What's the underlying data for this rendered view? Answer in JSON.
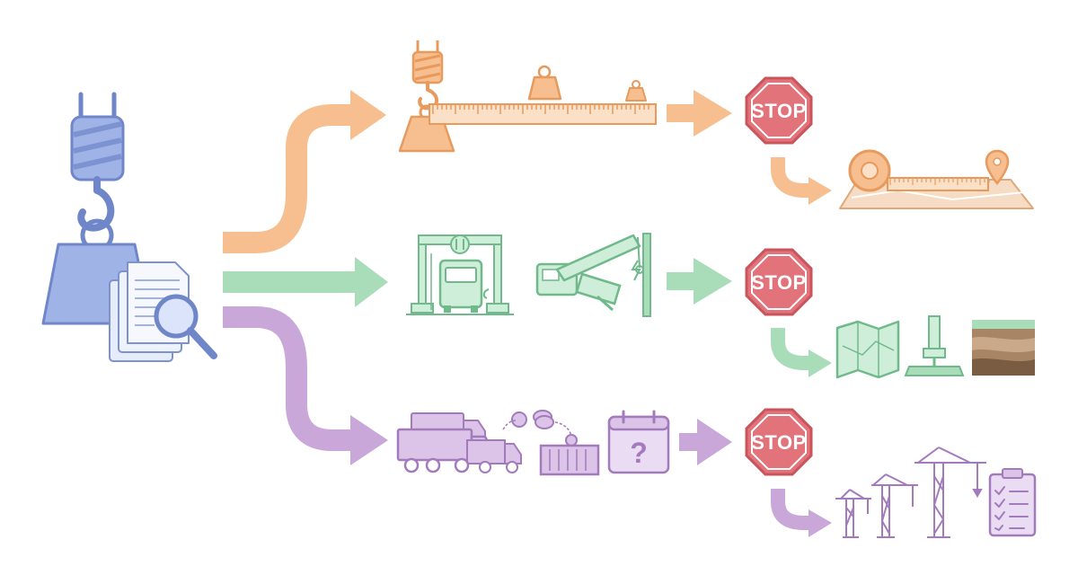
{
  "colors": {
    "source": "#9fb3e6",
    "source_stroke": "#6f86c9",
    "orange": "#f7bf90",
    "orange_stroke": "#e89a5c",
    "green": "#a9dcb9",
    "green_stroke": "#6fb98a",
    "purple": "#c9a7d9",
    "purple_stroke": "#a37bbd",
    "stop_fill": "#e2737a",
    "stop_stroke": "#c9545c"
  },
  "stops": [
    {
      "label": "STOP"
    },
    {
      "label": "STOP"
    },
    {
      "label": "STOP"
    }
  ],
  "icons": {
    "source": [
      "crane-hook-icon",
      "weight-icon",
      "documents-icon",
      "magnifier-icon"
    ],
    "orange": [
      "hook-weight-icon",
      "ruler-beam-icon",
      "weight-icon",
      "tape-measure-map-icon"
    ],
    "green": [
      "height-gate-truck-icon",
      "crane-collision-icon",
      "map-icon",
      "piling-icon",
      "soil-layers-icon"
    ],
    "purple": [
      "trucks-icon",
      "cost-coins-icon",
      "calendar-question-icon",
      "tower-cranes-icon",
      "checklist-icon"
    ]
  },
  "calendar_symbol": "?"
}
